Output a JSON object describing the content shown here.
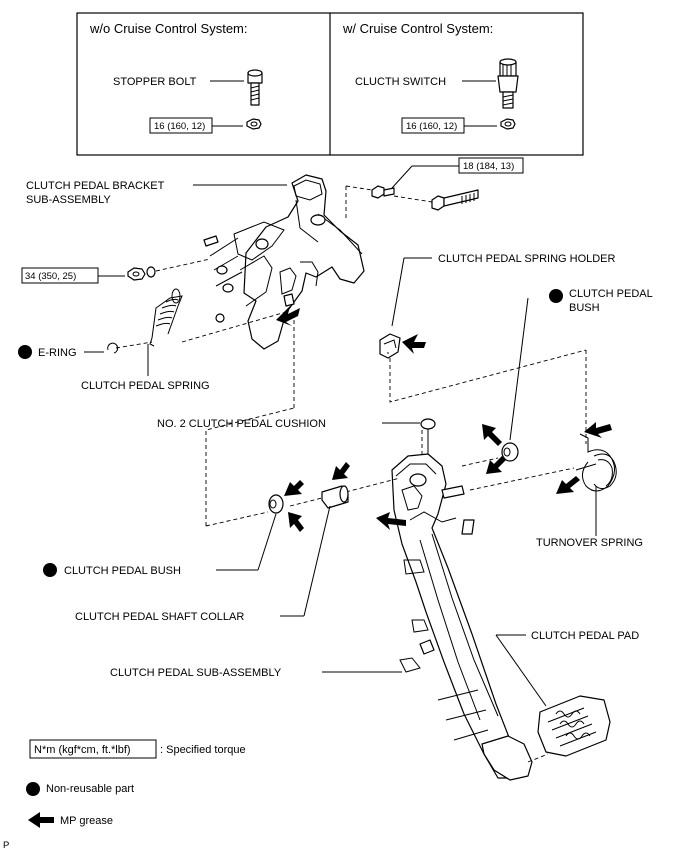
{
  "inset": {
    "left_header": "w/o Cruise Control System:",
    "right_header": "w/ Cruise Control System:",
    "left_part": "STOPPER BOLT",
    "right_part": "CLUCTH SWITCH",
    "left_torque": "16 (160, 12)",
    "right_torque": "16 (160, 12)"
  },
  "labels": {
    "bracket": "CLUTCH PEDAL BRACKET",
    "bracket2": "SUB-ASSEMBLY",
    "torque_bolt": "18 (184, 13)",
    "torque_nut": "34 (350, 25)",
    "spring_holder": "CLUTCH PEDAL SPRING HOLDER",
    "bush_upper": "CLUTCH PEDAL",
    "bush_upper2": "BUSH",
    "ering": "E-RING",
    "pedal_spring": "CLUTCH PEDAL SPRING",
    "cushion": "NO. 2 CLUTCH PEDAL CUSHION",
    "turnover_spring": "TURNOVER SPRING",
    "bush_lower": "CLUTCH PEDAL BUSH",
    "shaft_collar": "CLUTCH PEDAL SHAFT COLLAR",
    "pedal_pad": "CLUTCH PEDAL PAD",
    "pedal_sub": "CLUTCH PEDAL SUB-ASSEMBLY"
  },
  "legend": {
    "torque_box": "N*m (kgf*cm, ft.*lbf)",
    "torque_desc": ": Specified torque",
    "nonreusable": "Non-reusable part",
    "grease": "MP grease"
  },
  "footer": "P"
}
